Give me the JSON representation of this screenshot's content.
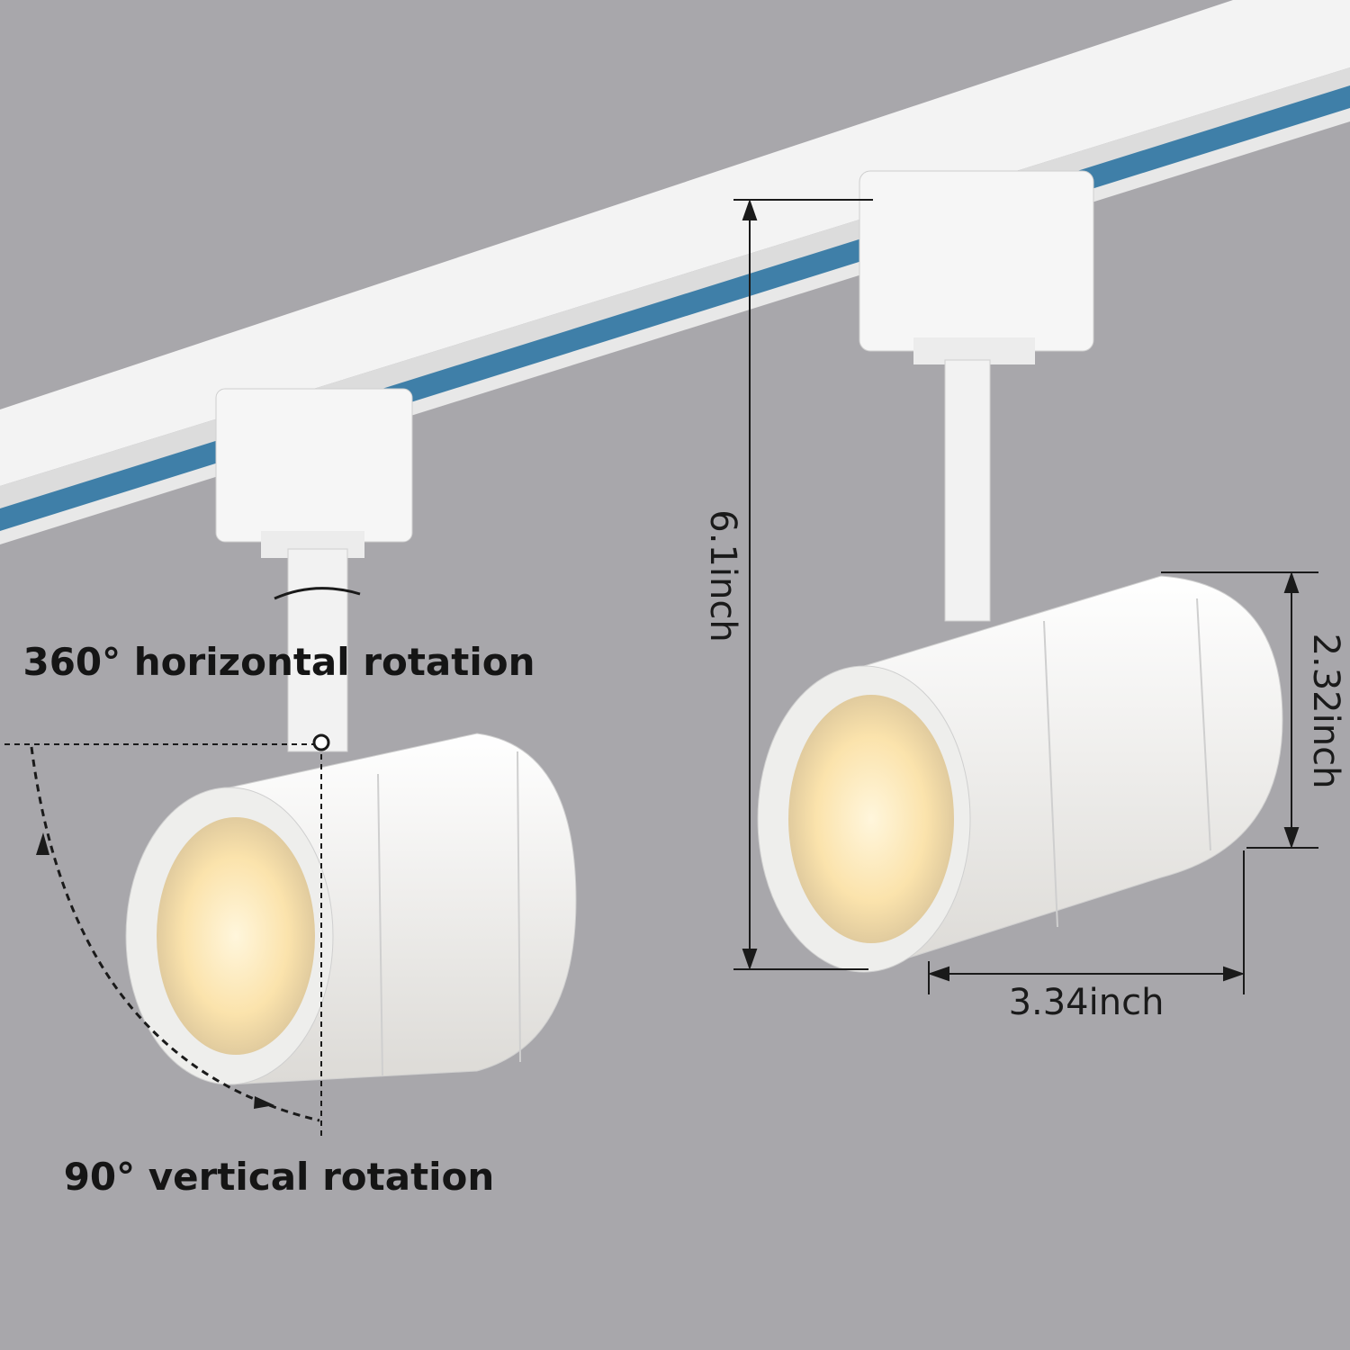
{
  "colors": {
    "background": "#a8a7ab",
    "track": "#f2f2f2",
    "track_stripe": "#3f7fa8",
    "fixture": "#f4f3f1",
    "bulb_glow": "#fbe7b8"
  },
  "annotations": {
    "horizontal_rotation": "360° horizontal rotation",
    "vertical_rotation": "90° vertical rotation"
  },
  "dimensions": {
    "height": "6.1inch",
    "diameter": "2.32inch",
    "length": "3.34inch"
  }
}
